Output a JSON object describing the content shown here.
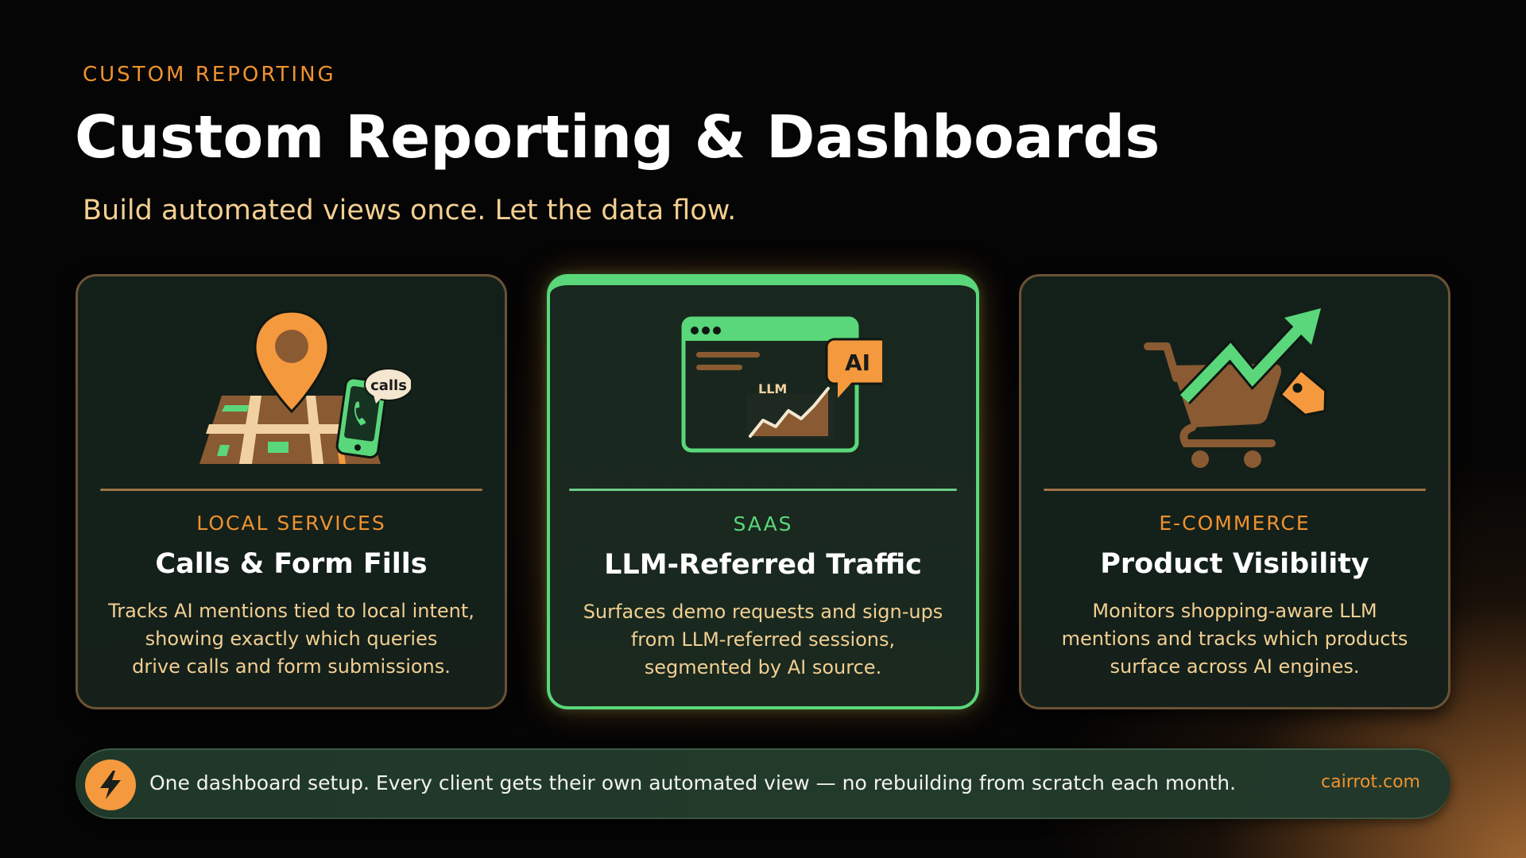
{
  "header": {
    "eyebrow": "CUSTOM REPORTING",
    "title": "Custom Reporting & Dashboards",
    "subtitle": "Build automated views once. Let the data flow."
  },
  "cards": [
    {
      "icon": "map-pin-phone-calls-icon",
      "icon_label": "calls",
      "category": "LOCAL SERVICES",
      "title": "Calls & Form Fills",
      "description_lines": [
        "Tracks AI mentions tied to local intent,",
        "showing exactly which queries",
        "drive calls and form submissions."
      ],
      "accent": "#f0922e"
    },
    {
      "icon": "browser-llm-chart-ai-icon",
      "icon_label_chart": "LLM",
      "icon_label_badge": "AI",
      "category": "SAAS",
      "title": "LLM-Referred Traffic",
      "description_lines": [
        "Surfaces demo requests and sign-ups",
        "from LLM-referred sessions,",
        "segmented by AI source."
      ],
      "accent": "#5ad77a",
      "highlighted": true
    },
    {
      "icon": "shopping-cart-trend-tag-icon",
      "category": "E-COMMERCE",
      "title": "Product Visibility",
      "description_lines": [
        "Monitors shopping-aware LLM",
        "mentions and tracks which products",
        "surface across AI engines."
      ],
      "accent": "#f0922e"
    }
  ],
  "banner": {
    "icon": "lightning-bolt-icon",
    "text": "One dashboard setup. Every client gets their own automated view — no rebuilding from scratch each month.",
    "link": "cairrot.com"
  },
  "colors": {
    "orange": "#f0922e",
    "green": "#5ad77a",
    "cream": "#f3cf91",
    "brown": "#8a5a32",
    "card_bg": "#15201a"
  }
}
